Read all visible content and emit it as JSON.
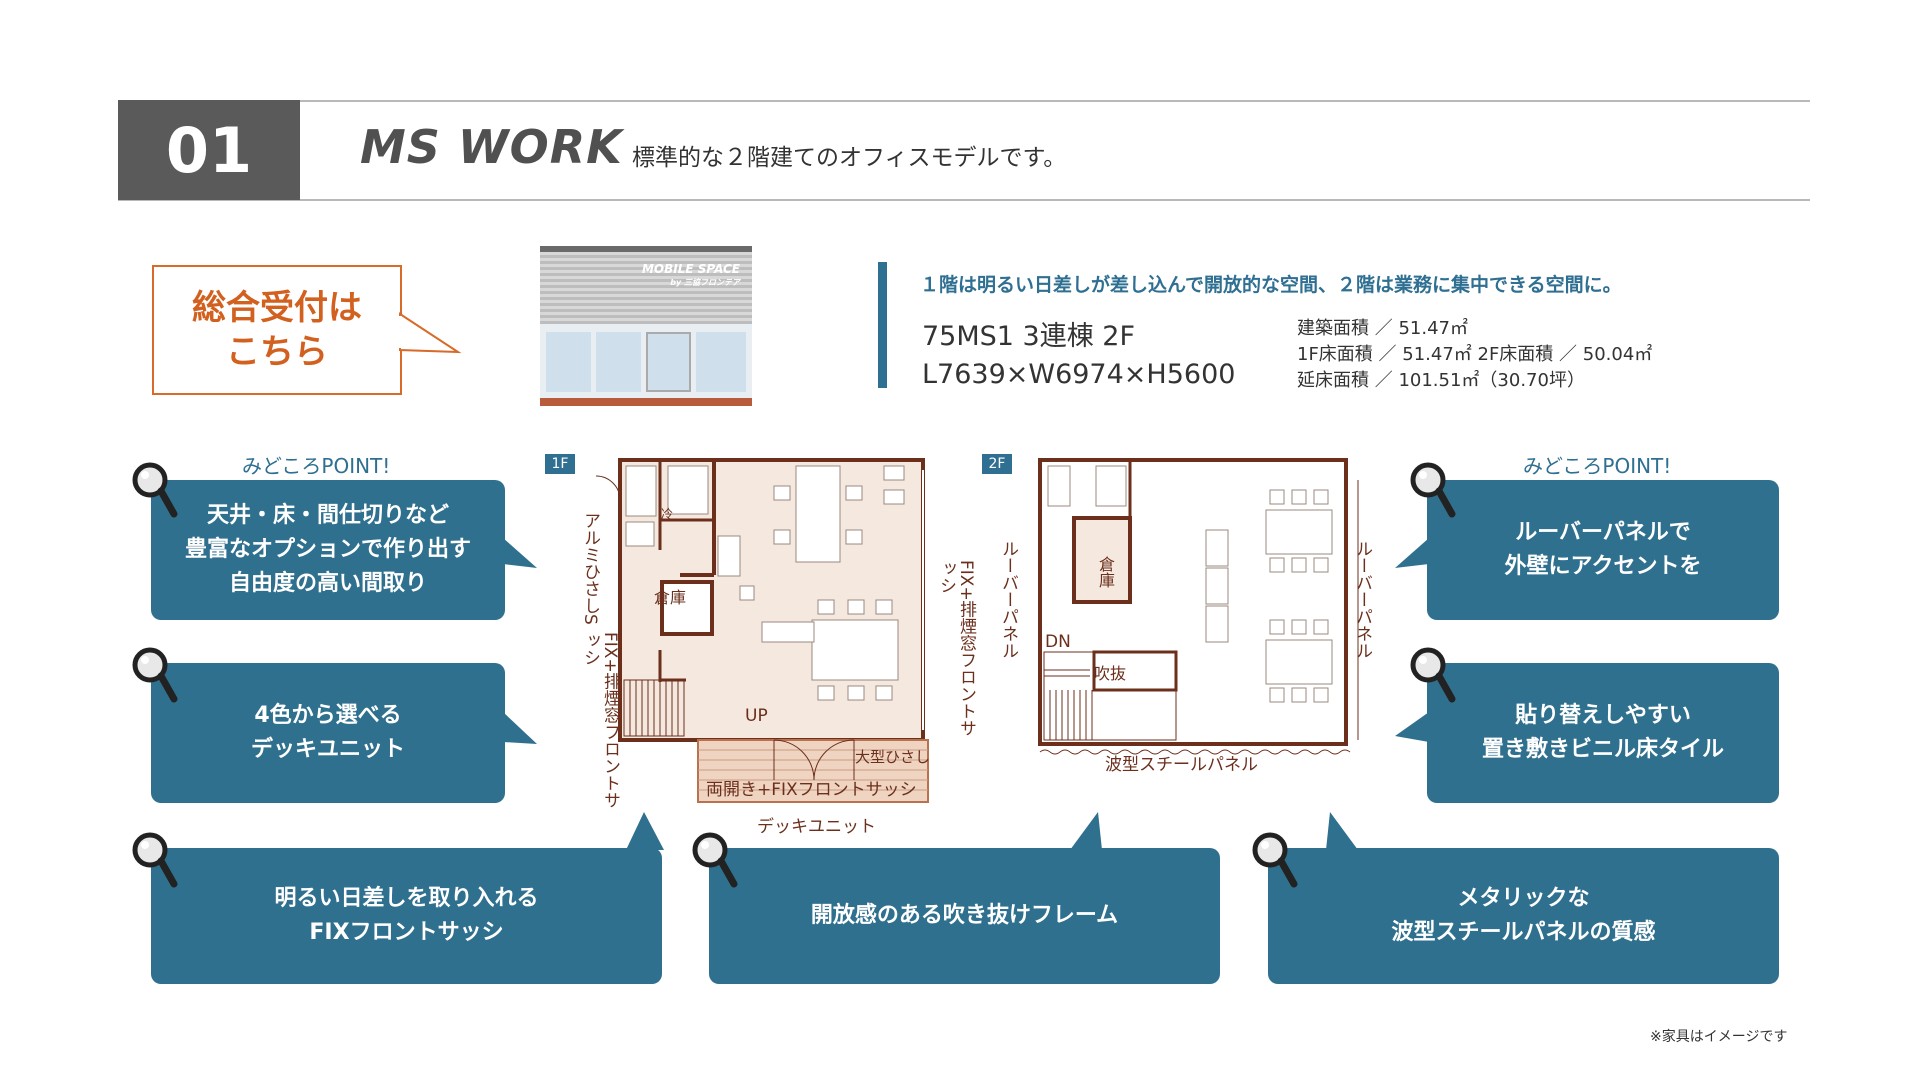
{
  "header": {
    "number": "01",
    "title": "MS WORK",
    "subtitle": "標準的な２階建てのオフィスモデルです。"
  },
  "reception": {
    "line1": "総合受付は",
    "line2": "こちら"
  },
  "building_sign": {
    "brand": "MOBILE SPACE",
    "sub": "by 三協フロンテア"
  },
  "spec": {
    "lead": "１階は明るい日差しが差し込んで開放的な空間、２階は業務に集中できる空間に。",
    "model": "75MS1 3連棟 2F",
    "dimensions": "L7639×W6974×H5600",
    "area1": "建築面積 ／ 51.47㎡",
    "area2": "1F床面積 ／ 51.47㎡  2F床面積 ／ 50.04㎡",
    "area3": "延床面積 ／ 101.51㎡（30.70坪）"
  },
  "points": {
    "left_label": "みどころPOINT!",
    "right_label": "みどころPOINT!",
    "p1": {
      "l1": "天井・床・間仕切りなど",
      "l2": "豊富なオプションで作り出す",
      "l3": "自由度の高い間取り"
    },
    "p2": {
      "l1": "4色から選べる",
      "l2": "デッキユニット"
    },
    "p3": {
      "l1": "明るい日差しを取り入れる",
      "l2": "FIXフロントサッシ"
    },
    "p4": {
      "l1": "開放感のある吹き抜けフレーム"
    },
    "p5": {
      "l1": "メタリックな",
      "l2": "波型スチールパネルの質感"
    },
    "p6": {
      "l1": "ルーバーパネルで",
      "l2": "外壁にアクセントを"
    },
    "p7": {
      "l1": "貼り替えしやすい",
      "l2": "置き敷きビニル床タイル"
    }
  },
  "plan1": {
    "tag": "1F",
    "aluminum": "アルミひさしS",
    "fix_left": "FIX+排煙窓フロントサッシ",
    "fix_right": "FIX+排煙窓フロントサッシ",
    "storage": "倉庫",
    "fridge": "冷",
    "up": "UP",
    "canopy": "大型ひさし",
    "sash": "両開き+FIXフロントサッシ",
    "deck": "デッキユニット"
  },
  "plan2": {
    "tag": "2F",
    "louver_left": "ルーバーパネル",
    "louver_right": "ルーバーパネル",
    "storage": "倉庫",
    "dn": "DN",
    "void": "吹抜",
    "panel": "波型スチールパネル"
  },
  "note": "※家具はイメージです",
  "colors": {
    "accent": "#30708f",
    "header_box": "#5a5a5a",
    "reception": "#d86a2a",
    "plan_wall": "#6b2f1c",
    "plan_floor": "#f3e6dc"
  }
}
